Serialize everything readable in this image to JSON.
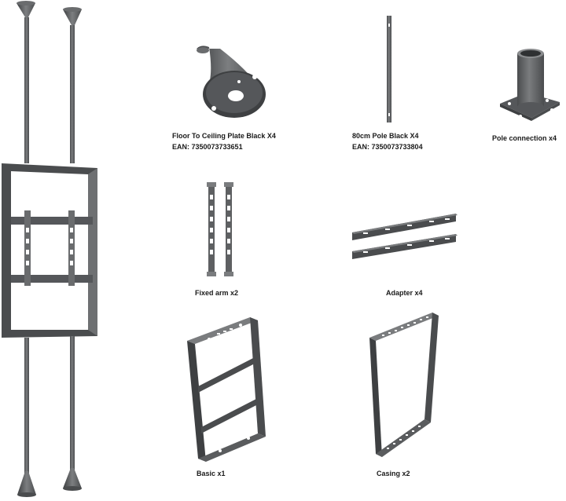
{
  "items": [
    {
      "name": "Floor To Ceiling Plate Black X4",
      "ean": "EAN: 7350073733651"
    },
    {
      "name": "80cm Pole Black X4",
      "ean": "EAN: 7350073733804"
    },
    {
      "name": "Pole connection x4"
    },
    {
      "name": "Fixed arm x2"
    },
    {
      "name": "Adapter x4"
    },
    {
      "name": "Basic x1"
    },
    {
      "name": "Casing x2"
    }
  ],
  "colors": {
    "metal": "#5a5c5e",
    "metal_dark": "#3c3e40",
    "metal_light": "#8a8c8e"
  }
}
